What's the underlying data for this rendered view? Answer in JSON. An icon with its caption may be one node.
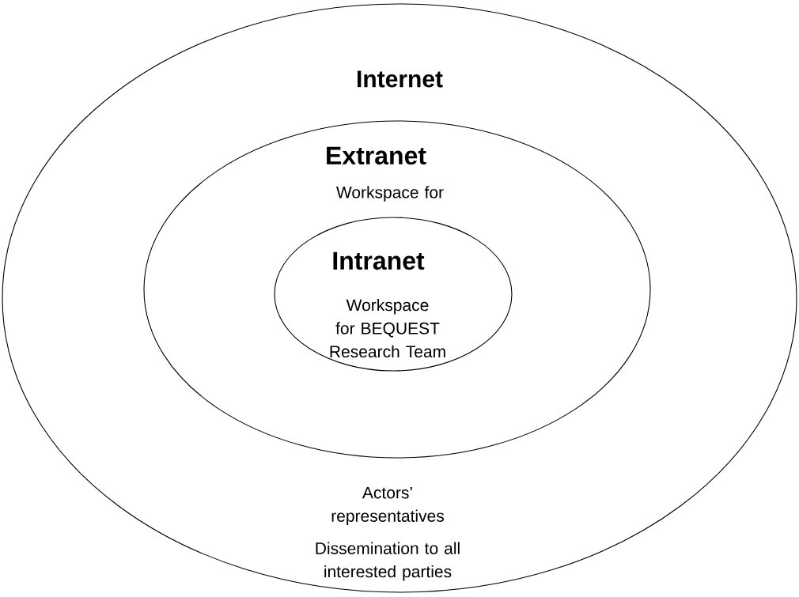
{
  "diagram": {
    "nodes": [
      {
        "text": [
          "Internet",
          "Dissemination to all interested parties"
        ]
      },
      {
        "text": [
          "Extranet",
          "Workspace for",
          "Actors’ representatives"
        ],
        "in": 0
      },
      {
        "text": [
          "Intranet",
          "Workspace for BEQUEST Research Team"
        ],
        "in": 1
      }
    ]
  }
}
